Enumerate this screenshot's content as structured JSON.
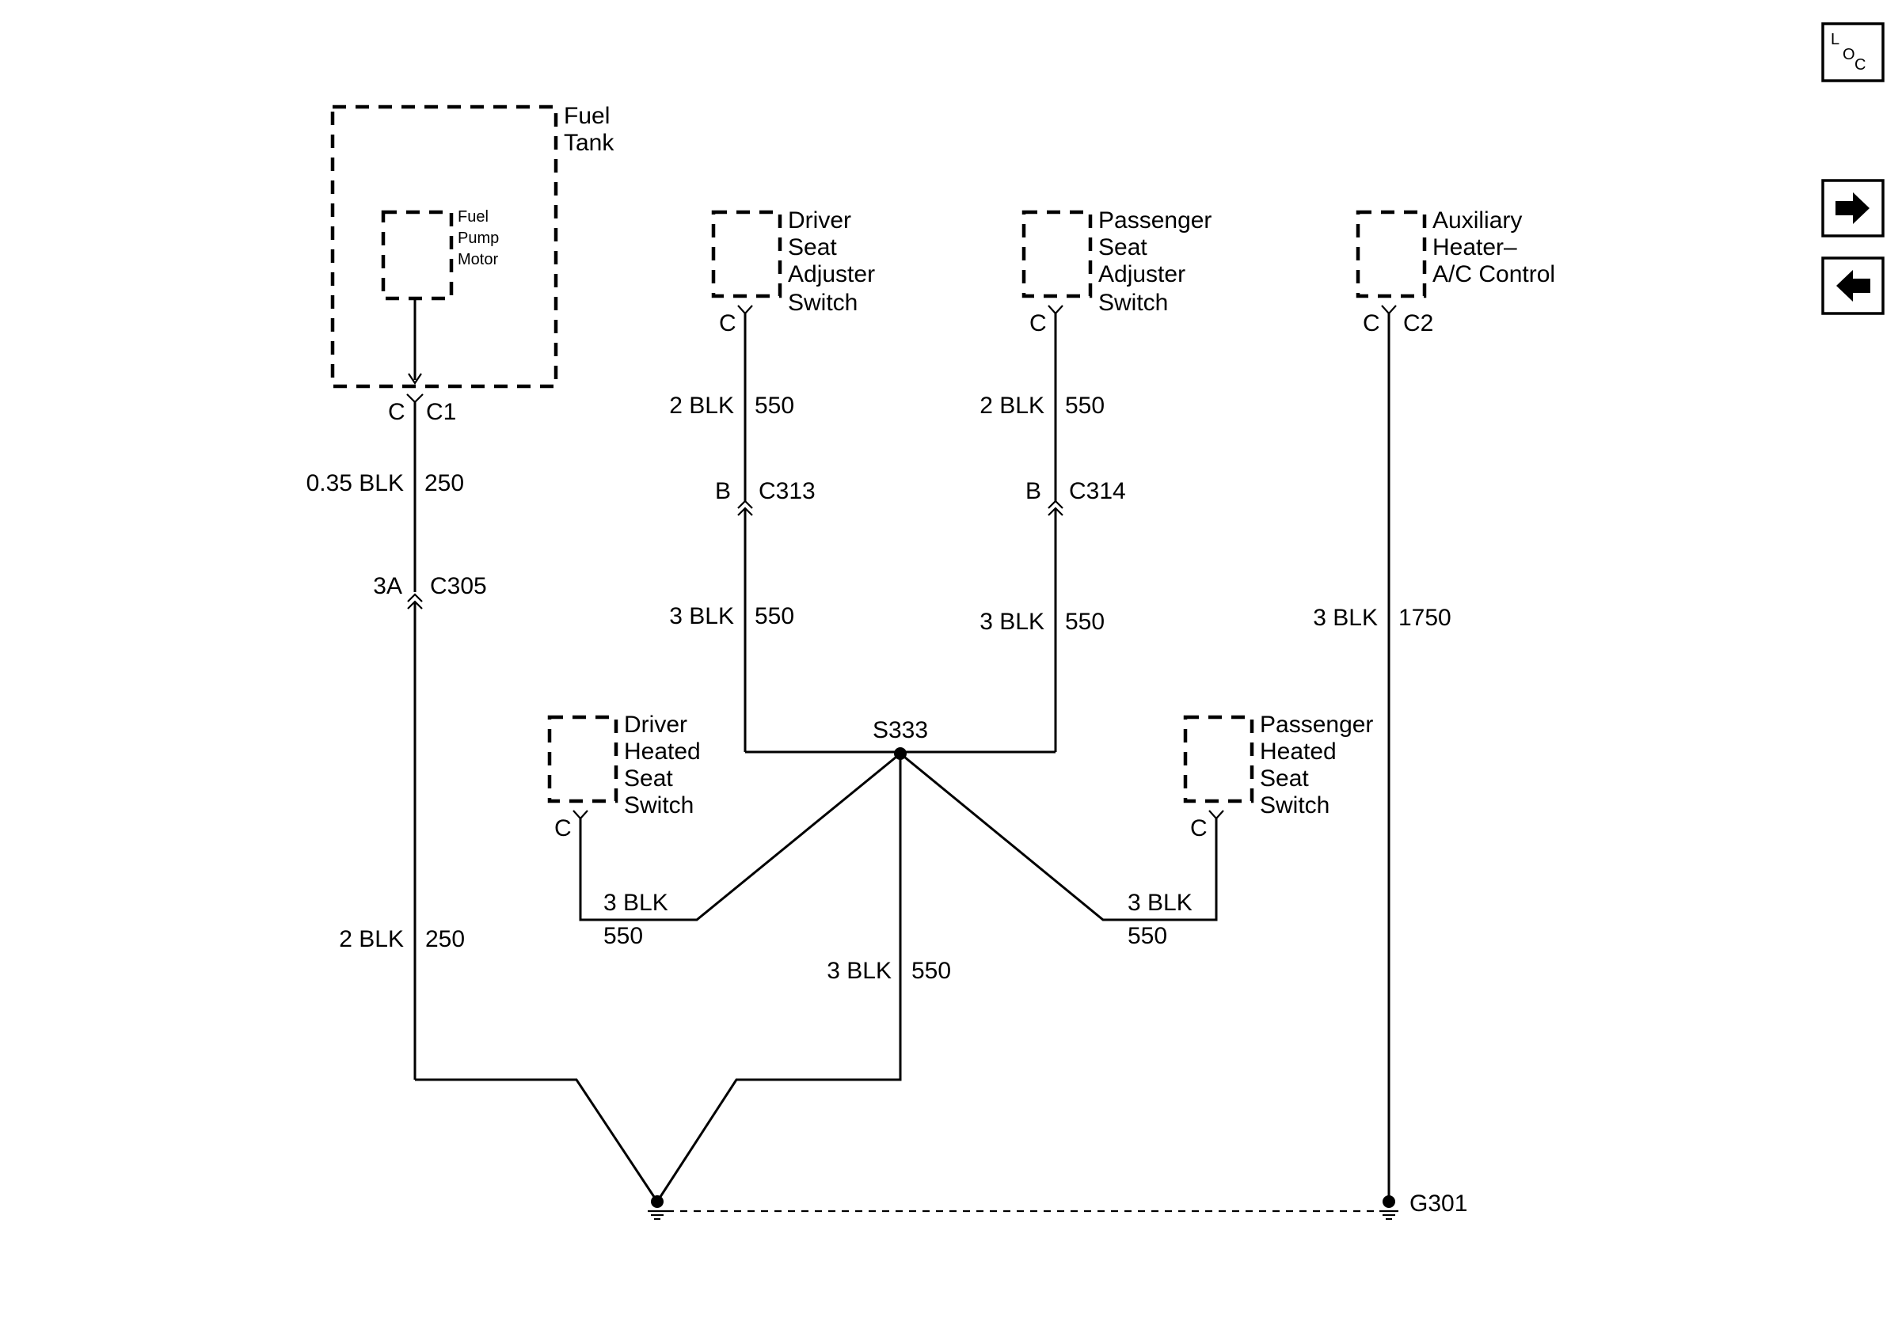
{
  "page": {
    "loc_button": {
      "t1": "L",
      "t2": "O",
      "t3": "C",
      "icon": "loc-icon"
    },
    "next_button": {
      "icon": "arrow-right-icon"
    },
    "prev_button": {
      "icon": "arrow-left-icon"
    }
  },
  "components": {
    "fuel_tank": [
      "Fuel",
      "Tank"
    ],
    "fuel_pump_motor": [
      "Fuel",
      "Pump",
      "Motor"
    ],
    "driver_seat_adjuster_switch": [
      "Driver",
      "Seat",
      "Adjuster",
      "Switch"
    ],
    "passenger_seat_adjuster_switch": [
      "Passenger",
      "Seat",
      "Adjuster",
      "Switch"
    ],
    "auxiliary_heater_ac_control": [
      "Auxiliary",
      "Heater–",
      "A/C Control"
    ],
    "driver_heated_seat_switch": [
      "Driver",
      "Heated",
      "Seat",
      "Switch"
    ],
    "passenger_heated_seat_switch": [
      "Passenger",
      "Heated",
      "Seat",
      "Switch"
    ]
  },
  "connectors": {
    "c1_pin": "C",
    "c1": "C1",
    "c305_pin": "3A",
    "c305": "C305",
    "driver_adj_pin": "C",
    "c313_pin": "B",
    "c313": "C313",
    "passenger_adj_pin": "C",
    "c314_pin": "B",
    "c314": "C314",
    "aux_pin": "C",
    "c2": "C2",
    "driver_heated_pin": "C",
    "passenger_heated_pin": "C"
  },
  "wires": {
    "w1_gauge": "0.35 BLK",
    "w1_circuit": "250",
    "w2_gauge": "2 BLK",
    "w2_circuit": "250",
    "w3_gauge": "2 BLK",
    "w3_circuit": "550",
    "w4_gauge": "3 BLK",
    "w4_circuit": "550",
    "w5_gauge": "2 BLK",
    "w5_circuit": "550",
    "w6_gauge": "3 BLK",
    "w6_circuit": "550",
    "w7_gauge": "3 BLK",
    "w7_circuit": "1750",
    "w8_gauge": "3 BLK",
    "w8_circuit": "550",
    "w9_gauge": "3 BLK",
    "w9_circuit": "550",
    "w10_gauge": "3 BLK",
    "w10_circuit": "550"
  },
  "splices": {
    "s333": "S333"
  },
  "grounds": {
    "g301": "G301"
  }
}
